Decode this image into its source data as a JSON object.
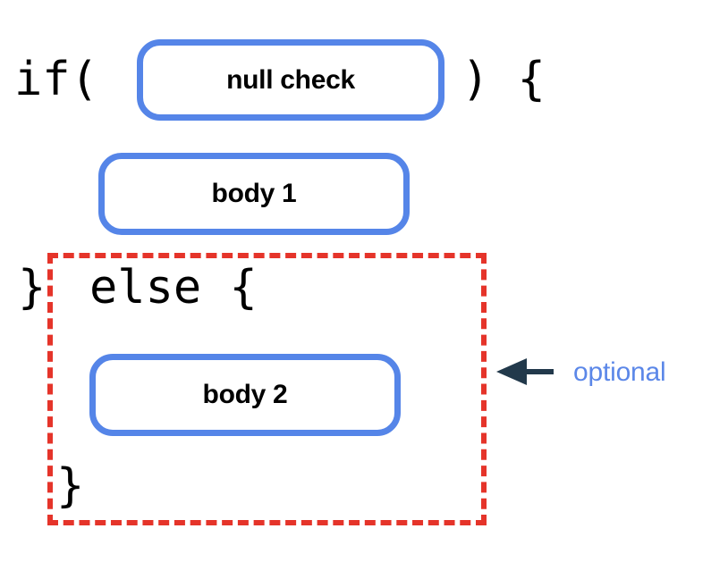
{
  "diagram": {
    "title": "if / else null check structure",
    "colors": {
      "box_border_blue": "#5585e8",
      "dashed_red": "#e5342a",
      "arrow_navy": "#22394b",
      "label_blue": "#5b87e8",
      "text_black": "#000000",
      "background": "#ffffff"
    },
    "code": {
      "if_open": "if(",
      "if_close": ") {",
      "close_brace_top": "}",
      "else_keyword": "else {",
      "close_brace_bottom": "}"
    },
    "boxes": [
      {
        "id": "null-check",
        "label": "null check"
      },
      {
        "id": "body-1",
        "label": "body 1"
      },
      {
        "id": "body-2",
        "label": "body 2"
      }
    ],
    "annotation": {
      "label": "optional",
      "arrow_direction": "left",
      "target": "else-block-region"
    }
  }
}
